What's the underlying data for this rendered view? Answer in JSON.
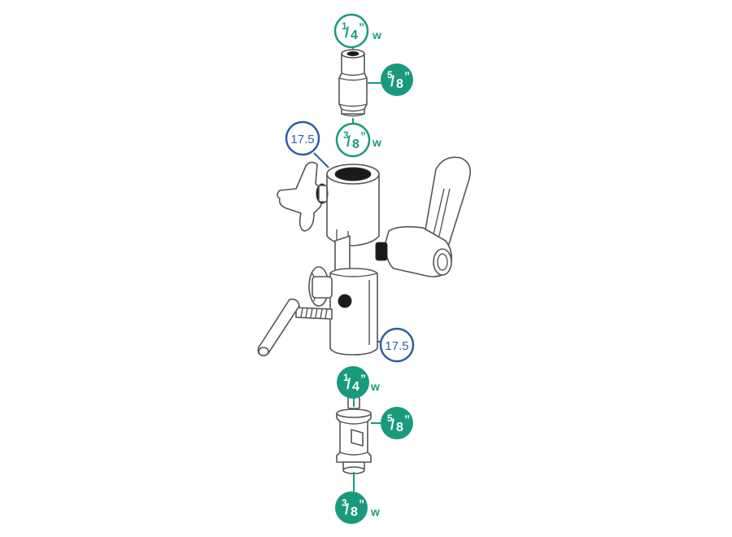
{
  "colors": {
    "green": "#1a9a7c",
    "blue": "#2e5fa4",
    "line": "#555555",
    "part_fill": "#ffffff",
    "dark_fill": "#1a1a1a"
  },
  "callouts": {
    "top_spigot_top": {
      "num": "1",
      "den": "4",
      "mark": "”",
      "suffix": "w",
      "style": "outline"
    },
    "top_spigot_side": {
      "num": "5",
      "den": "8",
      "mark": "”",
      "suffix": "",
      "style": "filled"
    },
    "top_spigot_bottom": {
      "num": "3",
      "den": "8",
      "mark": "”",
      "suffix": "w",
      "style": "outline"
    },
    "clamp_top_bore": {
      "text": "17.5"
    },
    "clamp_bottom_bore": {
      "text": "17.5"
    },
    "bottom_spigot_top": {
      "num": "1",
      "den": "4",
      "mark": "”",
      "suffix": "w",
      "style": "filled"
    },
    "bottom_spigot_side": {
      "num": "5",
      "den": "8",
      "mark": "”",
      "suffix": "",
      "style": "filled"
    },
    "bottom_spigot_bottom": {
      "num": "3",
      "den": "8",
      "mark": "”",
      "suffix": "w",
      "style": "filled"
    }
  }
}
